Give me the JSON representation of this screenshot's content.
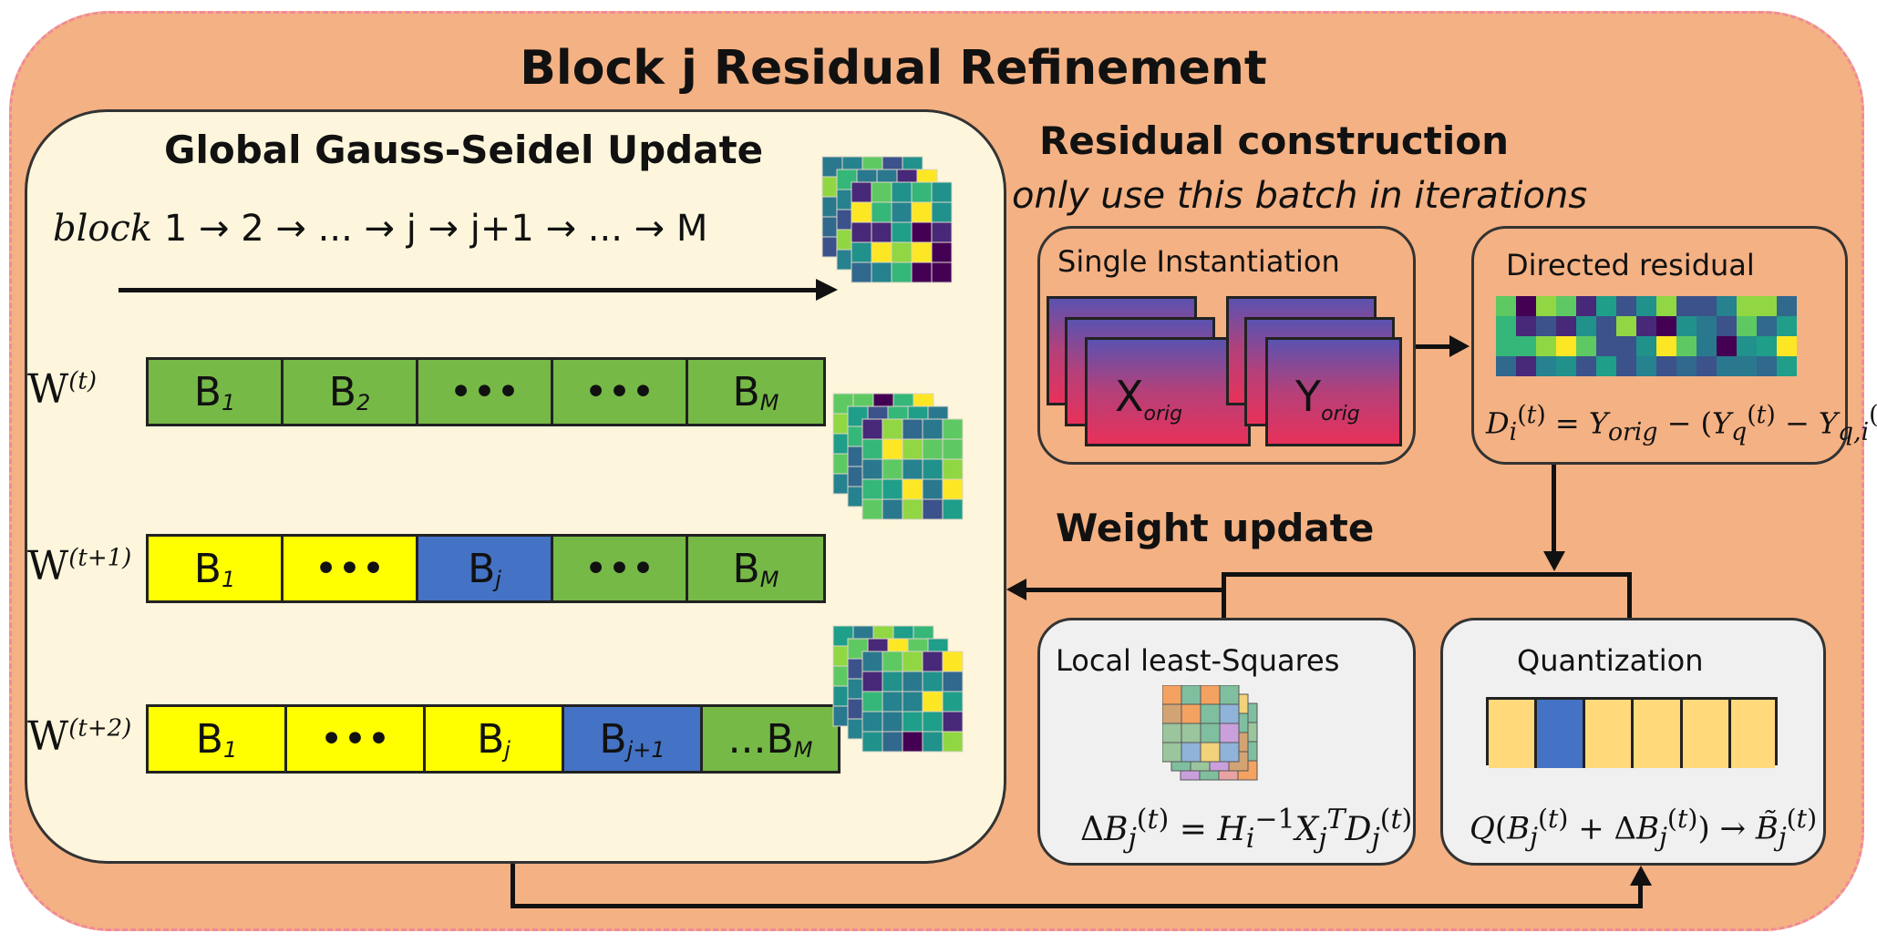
{
  "title": "Block j Residual Refinement",
  "global_panel": {
    "title": "Global Gauss-Seidel Update",
    "sequence_word": "block",
    "sequence": "1 → 2 → ... → j → j+1 → ... → M",
    "rows": [
      {
        "label": "W",
        "sup": "(t)",
        "cells": [
          {
            "text": "B",
            "sub": "1",
            "color": "#76b947"
          },
          {
            "text": "B",
            "sub": "2",
            "color": "#76b947"
          },
          {
            "text": "•••",
            "sub": "",
            "color": "#76b947"
          },
          {
            "text": "•••",
            "sub": "",
            "color": "#76b947"
          },
          {
            "text": "B",
            "sub": "M",
            "color": "#76b947"
          }
        ]
      },
      {
        "label": "W",
        "sup": "(t+1)",
        "cells": [
          {
            "text": "B",
            "sub": "1",
            "color": "#ffff00"
          },
          {
            "text": "•••",
            "sub": "",
            "color": "#ffff00"
          },
          {
            "text": "B",
            "sub": "j",
            "color": "#4472c4"
          },
          {
            "text": "•••",
            "sub": "",
            "color": "#76b947"
          },
          {
            "text": "B",
            "sub": "M",
            "color": "#76b947"
          }
        ]
      },
      {
        "label": "W",
        "sup": "(t+2)",
        "cells": [
          {
            "text": "B",
            "sub": "1",
            "color": "#ffff00"
          },
          {
            "text": "•••",
            "sub": "",
            "color": "#ffff00"
          },
          {
            "text": "B",
            "sub": "j",
            "color": "#ffff00"
          },
          {
            "text": "B",
            "sub": "j+1",
            "color": "#4472c4"
          },
          {
            "text": "...B",
            "sub": "M",
            "color": "#76b947"
          }
        ]
      }
    ]
  },
  "residual": {
    "heading": "Residual construction",
    "note": "only use this batch in iterations",
    "single_label": "Single Instantiation",
    "x_label": "X",
    "x_sub": "orig",
    "y_label": "Y",
    "y_sub": "orig",
    "directed_label": "Directed residual",
    "formula": "D_i^(t) = Y_orig − (Y_q^(t) − Y_q,i^(t))"
  },
  "weight_update": {
    "heading": "Weight update",
    "lsq_label": "Local least-Squares",
    "lsq_formula": "ΔB_j^(t) = H_i^−1 X_j^T D_j^(t)",
    "quant_label": "Quantization",
    "quant_formula": "Q(B_j^(t) + ΔB_j^(t)) → B̃_j^(t)"
  },
  "colors": {
    "outer": "#f4b183",
    "panel": "#fdf6dc",
    "green": "#76b947",
    "yellow": "#ffff00",
    "blue": "#4472c4",
    "quant_cell": "#ffd97a"
  }
}
